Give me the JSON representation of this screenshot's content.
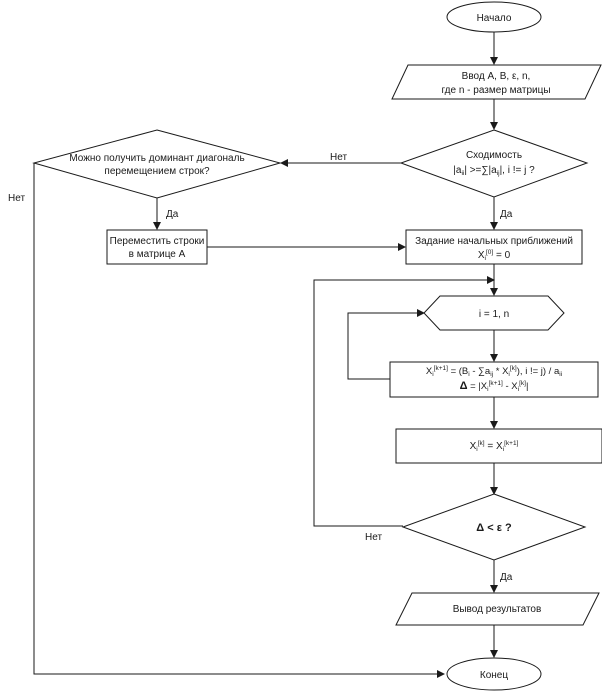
{
  "nodes": {
    "start": {
      "label": "Начало"
    },
    "input": {
      "line1": "Ввод A, B, ε, n,",
      "line2": "где n - размер матрицы"
    },
    "convergence": {
      "title": "Сходимость",
      "ineq_open": "|a",
      "sub_ii": "ii",
      "ineq_mid": "| >=∑|a",
      "sub_ij": "ij",
      "ineq_end": "|, i != j ?"
    },
    "dominant": {
      "line1": "Можно получить доминант диагональ",
      "line2": "перемещением строк?"
    },
    "swap_rows": {
      "line1": "Переместить строки",
      "line2": "в матрице A"
    },
    "initial": {
      "line1": "Задание начальных приближений",
      "x": "X",
      "sub_i": "i",
      "sup_0": "[0]",
      "rest": " = 0"
    },
    "loop": {
      "label": "i = 1, n"
    },
    "compute": {
      "x": "X",
      "sub_i": "i",
      "sup_k1": "[k+1]",
      "eq": " = (B",
      "sub_i2": "i",
      "mid": " - ∑a",
      "sub_ij": "ij",
      "mul": " * X",
      "sub_i3": "i",
      "sup_k": "[k]",
      "cond": "), i != j) / a",
      "sub_ii": "ii",
      "delta": "Δ",
      "delta_eq": " = |X",
      "sub_i4": "i",
      "sup_k1b": "[k+1]",
      "minus": " - X",
      "sub_i5": "i",
      "sup_kb": "[k]",
      "close": "|"
    },
    "assign": {
      "x": "X",
      "sub_i": "i",
      "sup_k": "[k]",
      "eq": " = X",
      "sub_i2": "i",
      "sup_k1": "[k+1]"
    },
    "check": {
      "label": "Δ < ε ?"
    },
    "output": {
      "label": "Вывод результатов"
    },
    "end": {
      "label": "Конец"
    }
  },
  "edge_labels": {
    "conv_no": "Нет",
    "conv_yes": "Да",
    "dominant_yes": "Да",
    "dominant_no": "Нет",
    "check_no": "Нет",
    "check_yes": "Да"
  }
}
